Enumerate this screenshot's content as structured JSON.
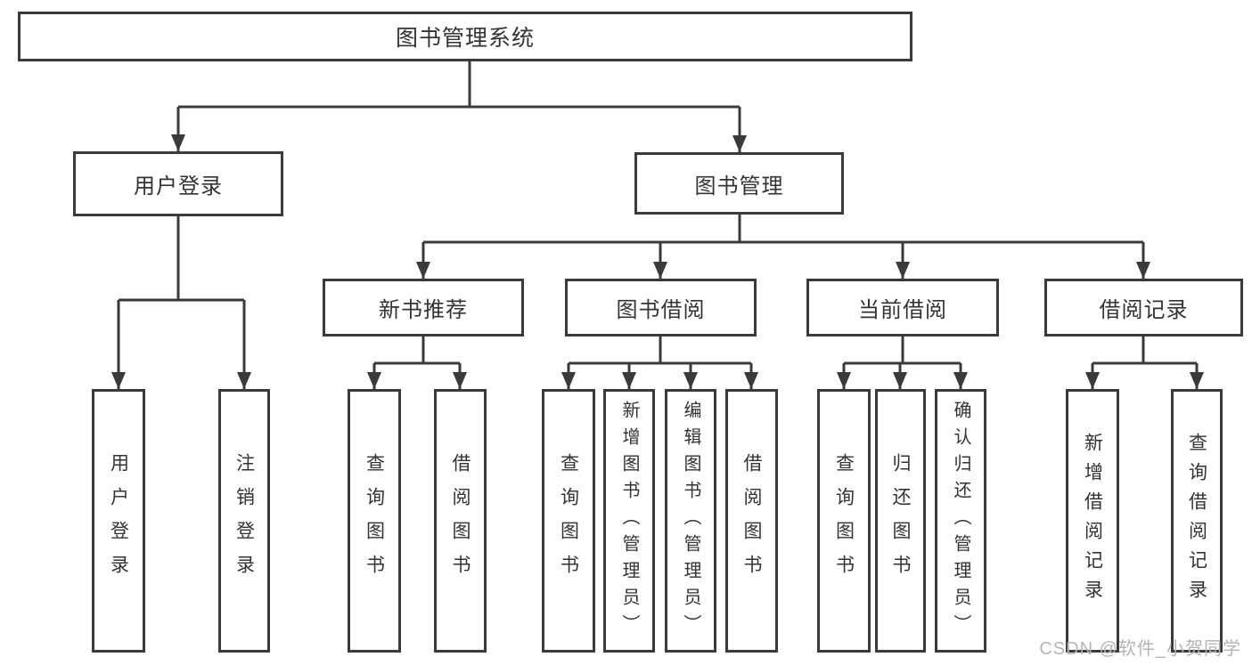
{
  "tree": {
    "label": "图书管理系统",
    "children": [
      {
        "label": "用户登录",
        "children": [
          {
            "label": "用户登录"
          },
          {
            "label": "注销登录"
          }
        ]
      },
      {
        "label": "图书管理",
        "children": [
          {
            "label": "新书推荐",
            "children": [
              {
                "label": "查询图书"
              },
              {
                "label": "借阅图书"
              }
            ]
          },
          {
            "label": "图书借阅",
            "children": [
              {
                "label": "查询图书"
              },
              {
                "label": "新增图书（管理员）"
              },
              {
                "label": "编辑图书（管理员）"
              },
              {
                "label": "借阅图书"
              }
            ]
          },
          {
            "label": "当前借阅",
            "children": [
              {
                "label": "查询图书"
              },
              {
                "label": "归还图书"
              },
              {
                "label": "确认归还（管理员）"
              }
            ]
          },
          {
            "label": "借阅记录",
            "children": [
              {
                "label": "新增借阅记录"
              },
              {
                "label": "查询借阅记录"
              }
            ]
          }
        ]
      }
    ]
  },
  "watermark": {
    "text": "CSDN @软件_小贺同学"
  },
  "colors": {
    "line": "#3a3a3a",
    "text": "#333333",
    "watermark": "#b4b4b4",
    "background": "#ffffff"
  }
}
